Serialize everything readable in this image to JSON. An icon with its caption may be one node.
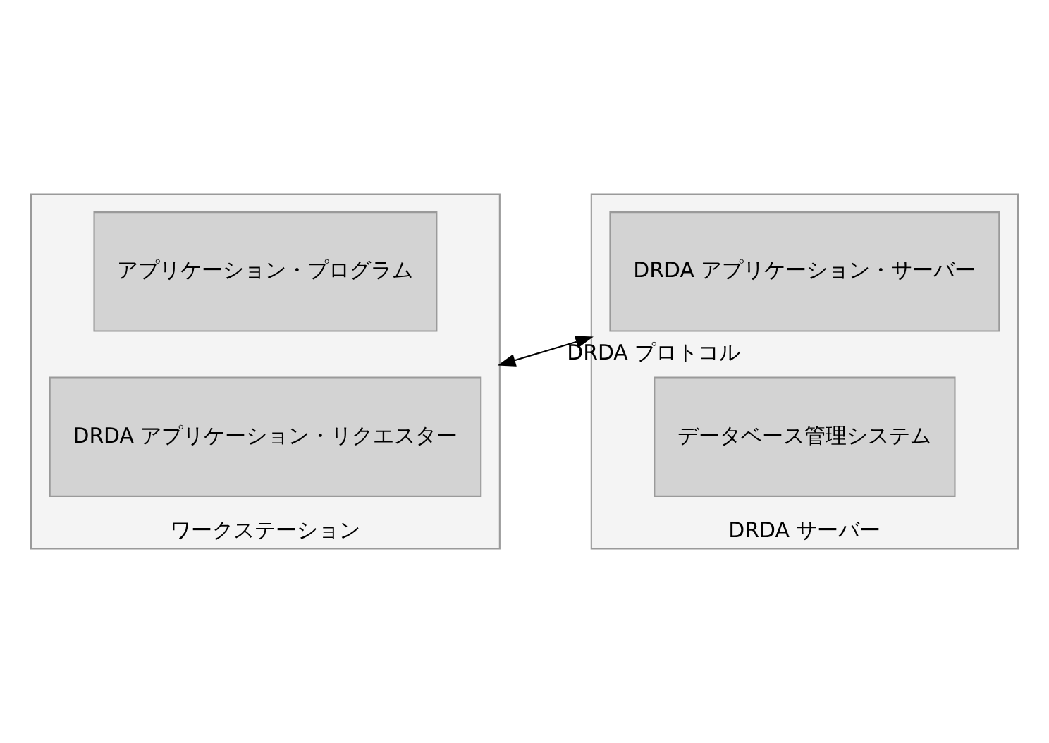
{
  "diagram": {
    "nodes": [
      {
        "text": [
          "ワークステーション"
        ]
      },
      {
        "text": [
          "アプリケーション・プログラム"
        ],
        "in": 0
      },
      {
        "text": [
          "DRDA アプリケーション・リクエスター"
        ],
        "in": 0
      },
      {
        "text": [
          "DRDA サーバー"
        ]
      },
      {
        "text": [
          "DRDA アプリケーション・サーバー"
        ],
        "in": 3
      },
      {
        "text": [
          "データベース管理システム"
        ],
        "in": 3
      }
    ],
    "edges": [
      {
        "from": 0,
        "to": 3,
        "arrow": "both",
        "label": "DRDA プロトコル"
      }
    ]
  }
}
